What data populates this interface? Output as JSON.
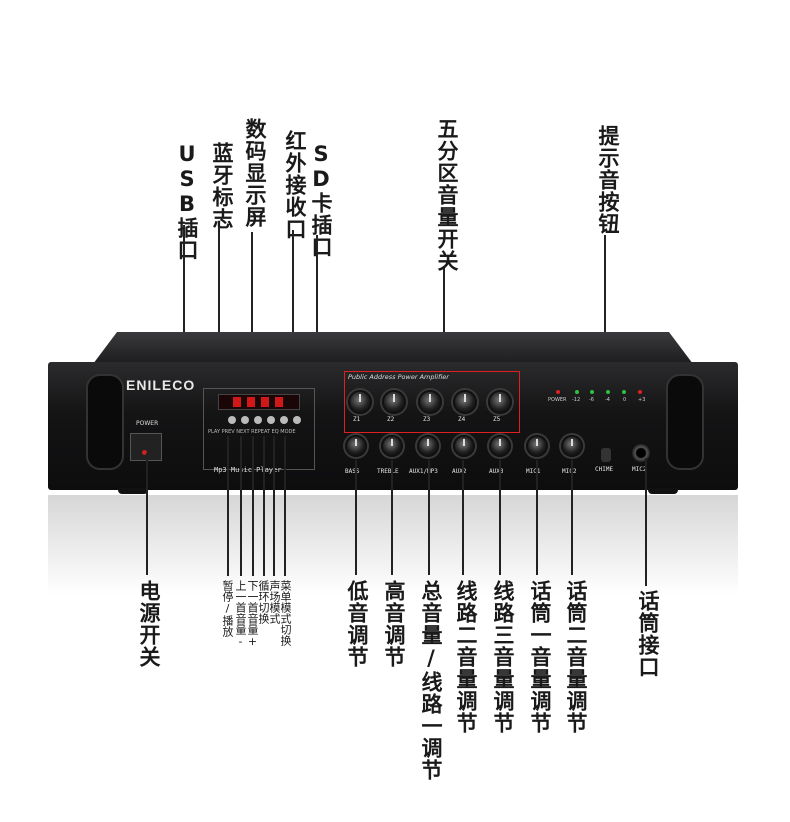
{
  "top_labels": {
    "usb": "USB插口",
    "bluetooth": "蓝牙标志",
    "display": "数码显示屏",
    "ir": "红外接收口",
    "sd": "SD卡插口",
    "zones": "五分区音量开关",
    "chime_button": "提示音按钮"
  },
  "bottom_labels": {
    "power": "电源开关",
    "pause": "暂停/播放",
    "prev": "上一首音量-",
    "next": "下一首音量+",
    "loop": "循环切换",
    "eq": "声场模式",
    "menu": "菜单模式切换",
    "bass": "低音调节",
    "treble": "高音调节",
    "master": "总音量/线路一调节",
    "line2": "线路二音量调节",
    "line3": "线路三音量调节",
    "mic1": "话筒一音量调节",
    "mic2vol": "话筒二音量调节",
    "mic_jack": "话筒接口"
  },
  "device": {
    "brand": "ENILECO",
    "power_label": "POWER",
    "pa_title": "Public Address Power Amplifier",
    "mp3_title": "Mp3 Music Player",
    "mp3_buttons": "PLAY PREV NEXT REPEAT EQ MODE",
    "zones": [
      "Z1",
      "Z2",
      "Z3",
      "Z4",
      "Z5"
    ],
    "knobs": [
      "BASS",
      "TREBLE",
      "AUX1/MP3",
      "AUX2",
      "AUX3",
      "MIC1",
      "MIC2"
    ],
    "chime": "CHIME",
    "mic2_jack": "MIC2",
    "vu_labels": [
      "POWER",
      "-12",
      "-6",
      "-4",
      "0",
      "+3"
    ],
    "colors": {
      "accent_box": "#e02020",
      "display_digits": "#d01818"
    }
  }
}
